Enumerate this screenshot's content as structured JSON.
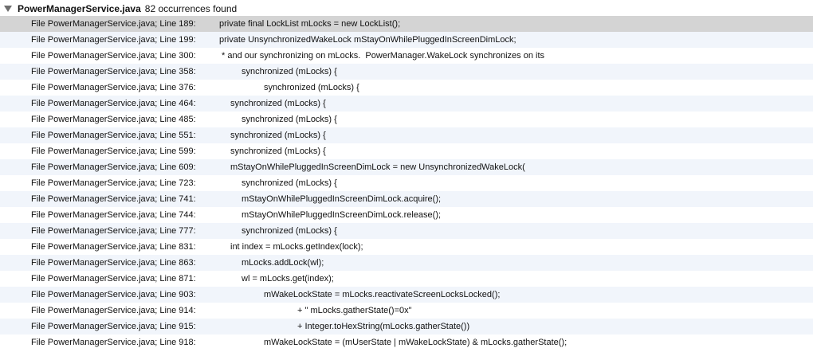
{
  "header": {
    "file_name": "PowerManagerService.java",
    "occurrences": "82 occurrences found"
  },
  "rows": [
    {
      "location": "File PowerManagerService.java; Line 189:",
      "code": "private final LockList mLocks = new LockList();",
      "indent": 0
    },
    {
      "location": "File PowerManagerService.java; Line 199:",
      "code": "private UnsynchronizedWakeLock mStayOnWhilePluggedInScreenDimLock;",
      "indent": 0
    },
    {
      "location": "File PowerManagerService.java; Line 300:",
      "code": " * and our synchronizing on mLocks.  PowerManager.WakeLock synchronizes on its",
      "indent": 0
    },
    {
      "location": "File PowerManagerService.java; Line 358:",
      "code": "synchronized (mLocks) {",
      "indent": 2
    },
    {
      "location": "File PowerManagerService.java; Line 376:",
      "code": "synchronized (mLocks) {",
      "indent": 4
    },
    {
      "location": "File PowerManagerService.java; Line 464:",
      "code": "synchronized (mLocks) {",
      "indent": 1
    },
    {
      "location": "File PowerManagerService.java; Line 485:",
      "code": "synchronized (mLocks) {",
      "indent": 2
    },
    {
      "location": "File PowerManagerService.java; Line 551:",
      "code": "synchronized (mLocks) {",
      "indent": 1
    },
    {
      "location": "File PowerManagerService.java; Line 599:",
      "code": "synchronized (mLocks) {",
      "indent": 1
    },
    {
      "location": "File PowerManagerService.java; Line 609:",
      "code": "mStayOnWhilePluggedInScreenDimLock = new UnsynchronizedWakeLock(",
      "indent": 1
    },
    {
      "location": "File PowerManagerService.java; Line 723:",
      "code": "synchronized (mLocks) {",
      "indent": 2
    },
    {
      "location": "File PowerManagerService.java; Line 741:",
      "code": "mStayOnWhilePluggedInScreenDimLock.acquire();",
      "indent": 2
    },
    {
      "location": "File PowerManagerService.java; Line 744:",
      "code": "mStayOnWhilePluggedInScreenDimLock.release();",
      "indent": 2
    },
    {
      "location": "File PowerManagerService.java; Line 777:",
      "code": "synchronized (mLocks) {",
      "indent": 2
    },
    {
      "location": "File PowerManagerService.java; Line 831:",
      "code": "int index = mLocks.getIndex(lock);",
      "indent": 1
    },
    {
      "location": "File PowerManagerService.java; Line 863:",
      "code": "mLocks.addLock(wl);",
      "indent": 2
    },
    {
      "location": "File PowerManagerService.java; Line 871:",
      "code": "wl = mLocks.get(index);",
      "indent": 2
    },
    {
      "location": "File PowerManagerService.java; Line 903:",
      "code": "mWakeLockState = mLocks.reactivateScreenLocksLocked();",
      "indent": 4
    },
    {
      "location": "File PowerManagerService.java; Line 914:",
      "code": "+ \" mLocks.gatherState()=0x\"",
      "indent": 7
    },
    {
      "location": "File PowerManagerService.java; Line 915:",
      "code": "+ Integer.toHexString(mLocks.gatherState())",
      "indent": 7
    },
    {
      "location": "File PowerManagerService.java; Line 918:",
      "code": "mWakeLockState = (mUserState | mWakeLockState) & mLocks.gatherState();",
      "indent": 4
    }
  ],
  "selected_row": 0,
  "icons": {
    "disclosure": "disclosure-triangle-down-icon"
  },
  "colors": {
    "selected_bg": "#d4d4d4",
    "alt_row_bg": "#f1f5fb",
    "row_bg": "#ffffff",
    "icon": "#6e6e6e"
  }
}
